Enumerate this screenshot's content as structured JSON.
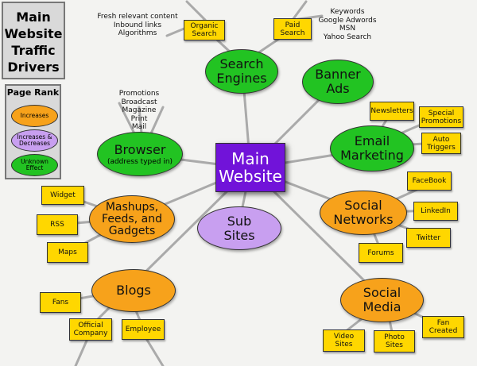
{
  "title": "Main\nWebsite\nTraffic\nDrivers",
  "legend": {
    "title": "Page Rank",
    "items": [
      {
        "label": "Increases",
        "color": "#f7a21b"
      },
      {
        "label": "Increases &\nDecreases",
        "color": "#c89ff0"
      },
      {
        "label": "Unknown\nEffect",
        "color": "#22c322"
      }
    ]
  },
  "center": {
    "label": "Main\nWebsite",
    "color": "#7113d9"
  },
  "nodes": {
    "search_engines": "Search\nEngines",
    "banner_ads": "Banner\nAds",
    "browser": "Browser",
    "browser_sub": "(address typed in)",
    "email_marketing": "Email\nMarketing",
    "social_networks": "Social\nNetworks",
    "mashups": "Mashups,\nFeeds, and\nGadgets",
    "sub_sites": "Sub\nSites",
    "blogs": "Blogs",
    "social_media": "Social\nMedia"
  },
  "boxes": {
    "organic_search": "Organic\nSearch",
    "paid_search": "Paid\nSearch",
    "newsletters": "Newsletters",
    "special_promotions": "Special\nPromotions",
    "auto_triggers": "Auto\nTriggers",
    "facebook": "FaceBook",
    "linkedin": "LinkedIn",
    "twitter": "Twitter",
    "forums": "Forums",
    "widget": "Widget",
    "rss": "RSS",
    "maps": "Maps",
    "fans": "Fans",
    "official_company": "Official\nCompany",
    "employee": "Employee",
    "video_sites": "Video\nSites",
    "photo_sites": "Photo\nSites",
    "fan_created": "Fan\nCreated"
  },
  "notes": {
    "organic": "Fresh relevant content\nInbound links\nAlgorithms",
    "paid": "Keywords\nGoogle Adwords\nMSN\nYahoo Search",
    "browser": "Promotions\nBroadcast\nMagazine\nPrint\nMail"
  }
}
